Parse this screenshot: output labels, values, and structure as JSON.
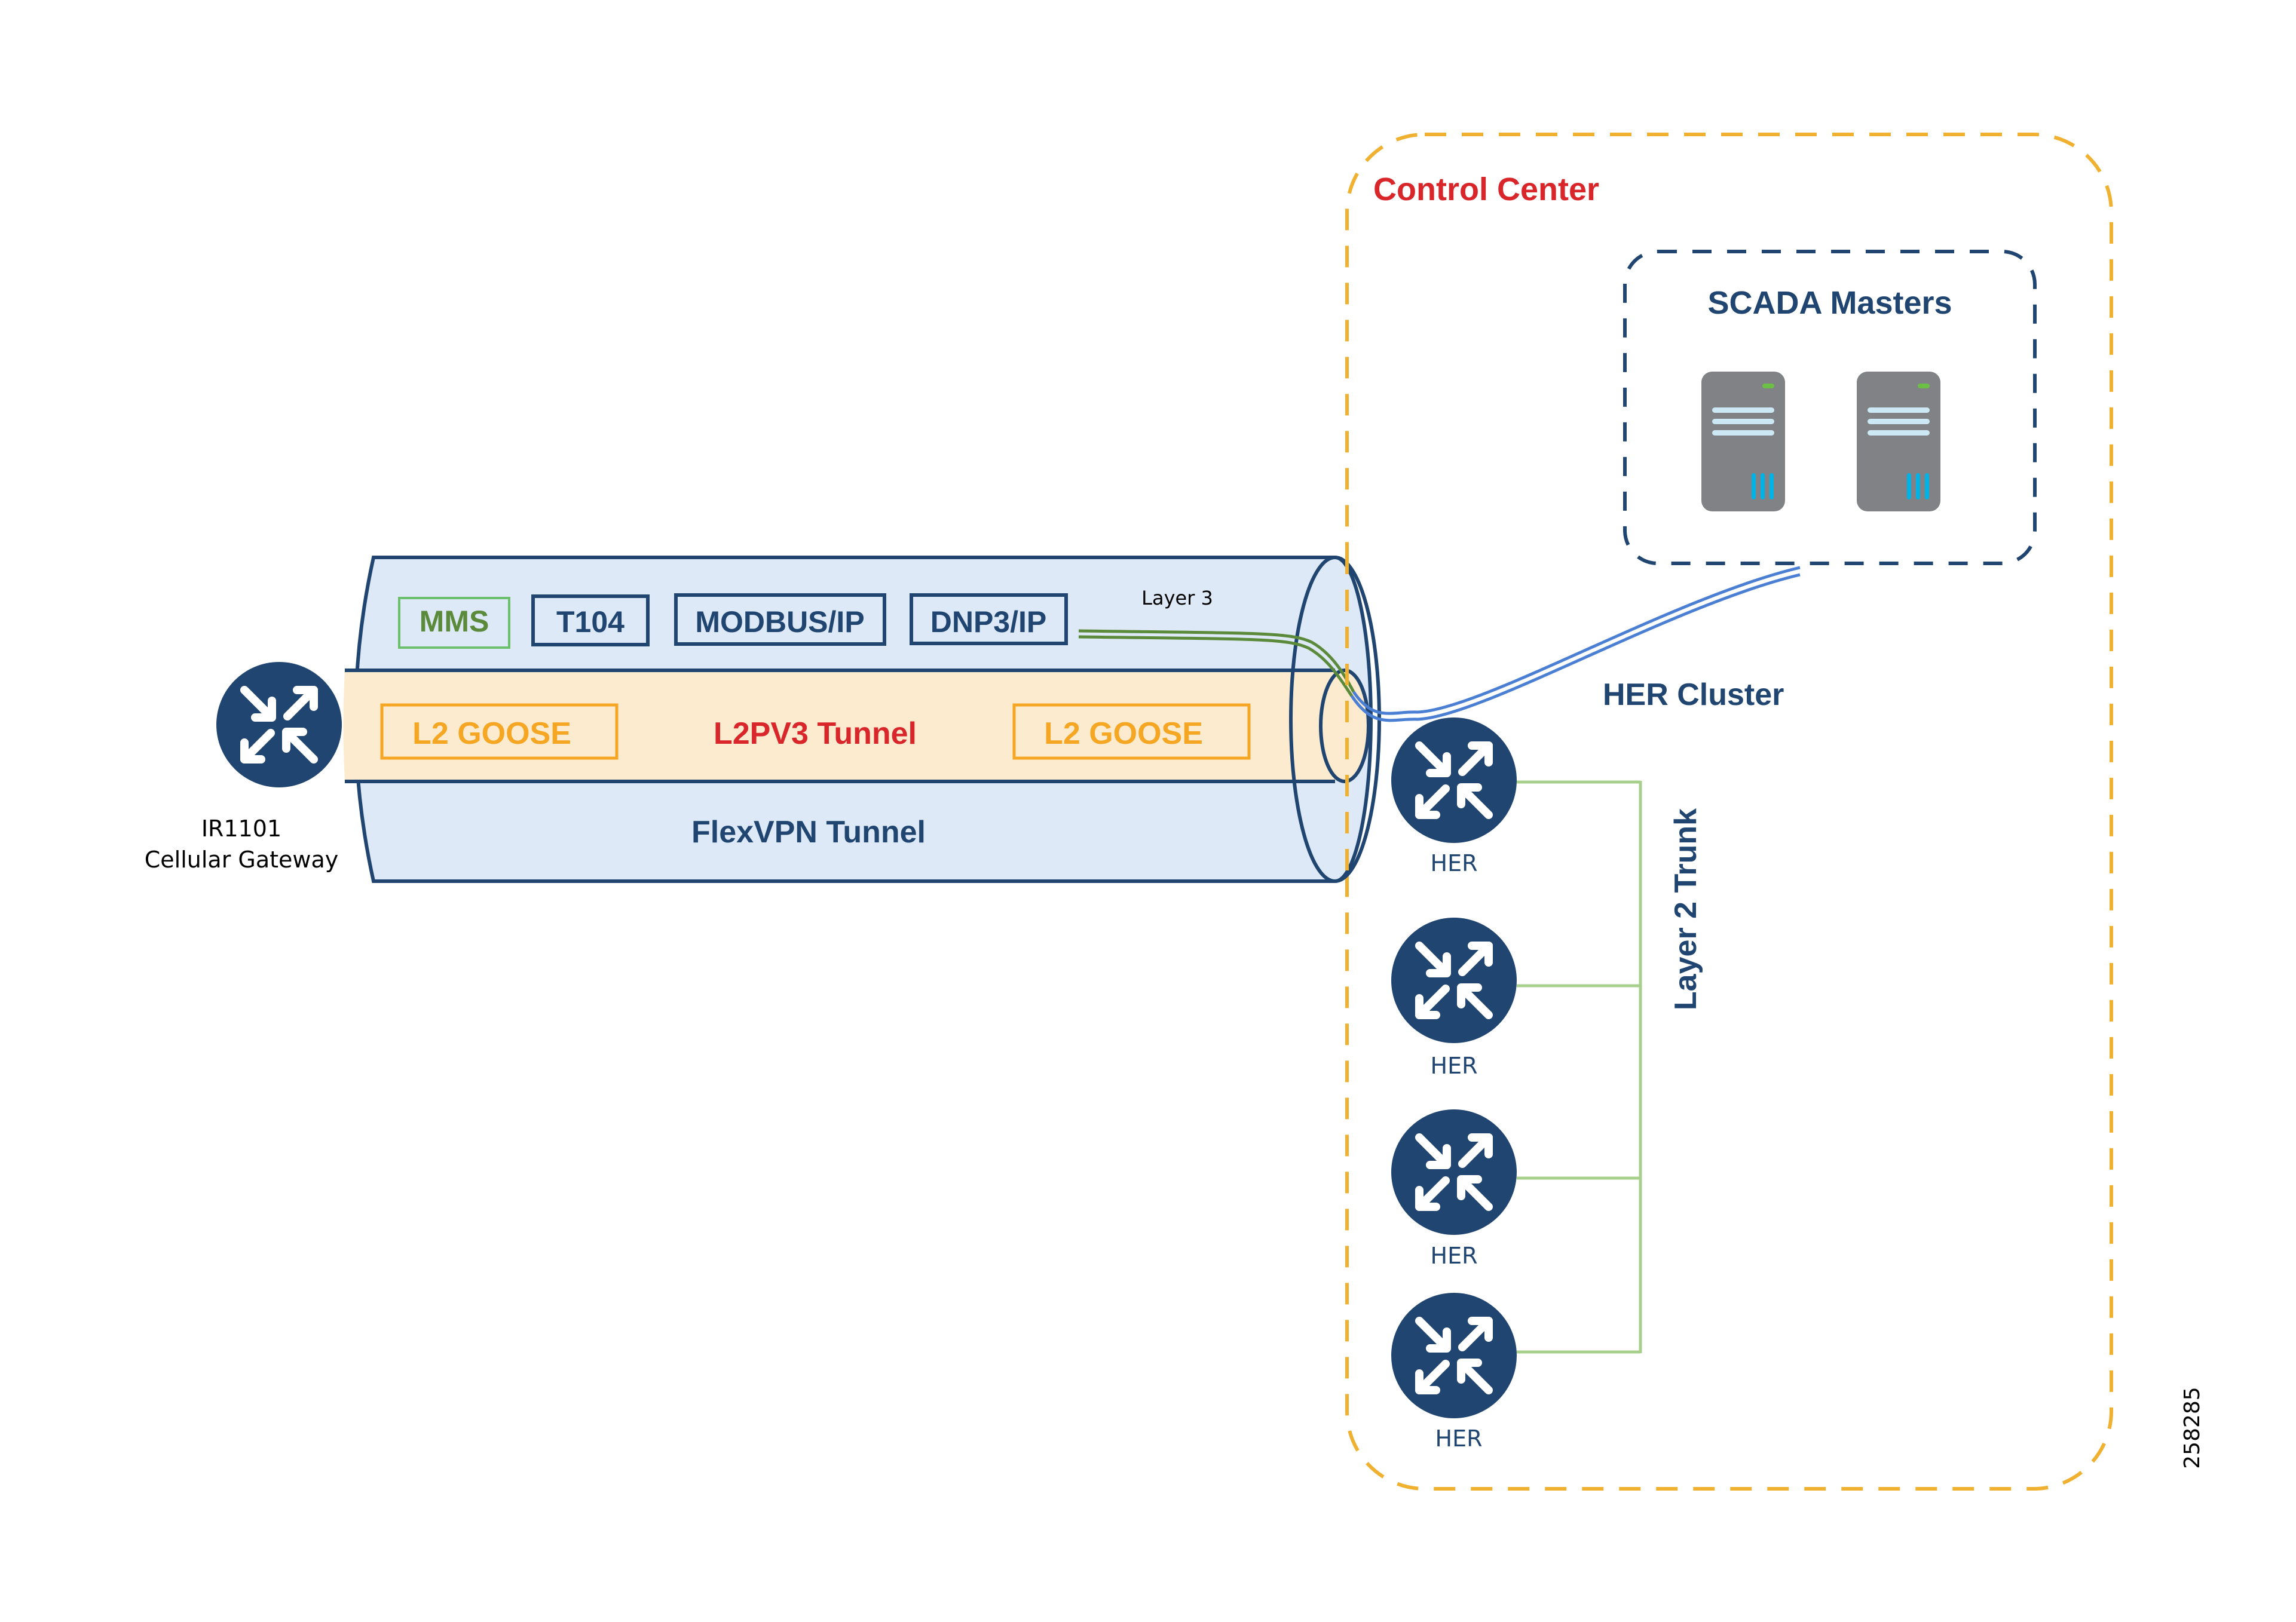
{
  "control_center": {
    "title": "Control Center"
  },
  "scada": {
    "title": "SCADA Masters",
    "servers": [
      {
        "id": "server-1"
      },
      {
        "id": "server-2"
      }
    ]
  },
  "tunnel": {
    "flexvpn_label": "FlexVPN Tunnel",
    "l2pv3_label": "L2PV3 Tunnel",
    "layer3_label": "Layer 3",
    "protocols": [
      "MMS",
      "T104",
      "MODBUS/IP",
      "DNP3/IP"
    ],
    "goose_left": "L2 GOOSE",
    "goose_right": "L2 GOOSE"
  },
  "gateway": {
    "line1": "IR1101",
    "line2": "Cellular Gateway"
  },
  "her_cluster": {
    "title": "HER Cluster",
    "trunk_label": "Layer 2 Trunk",
    "routers": [
      {
        "label": "HER"
      },
      {
        "label": "HER"
      },
      {
        "label": "HER"
      },
      {
        "label": "HER"
      }
    ]
  },
  "figure_id": "258285",
  "colors": {
    "navy": "#1f4570",
    "control_red": "#d9262b",
    "dashed_orange": "#f0b030",
    "tunnel_blue_fill": "#dde9f7",
    "l2_fill": "#fdebd0",
    "goose_orange": "#f5a623",
    "mms_green": "#5a8a3a",
    "mms_border": "#6cbf6c",
    "link_blue": "#4a7fd4",
    "trunk_green": "#a8d08d",
    "server_gray": "#808285",
    "server_led": "#6cbf45",
    "server_slot": "#cde8f5",
    "server_vent": "#00b3e6"
  }
}
